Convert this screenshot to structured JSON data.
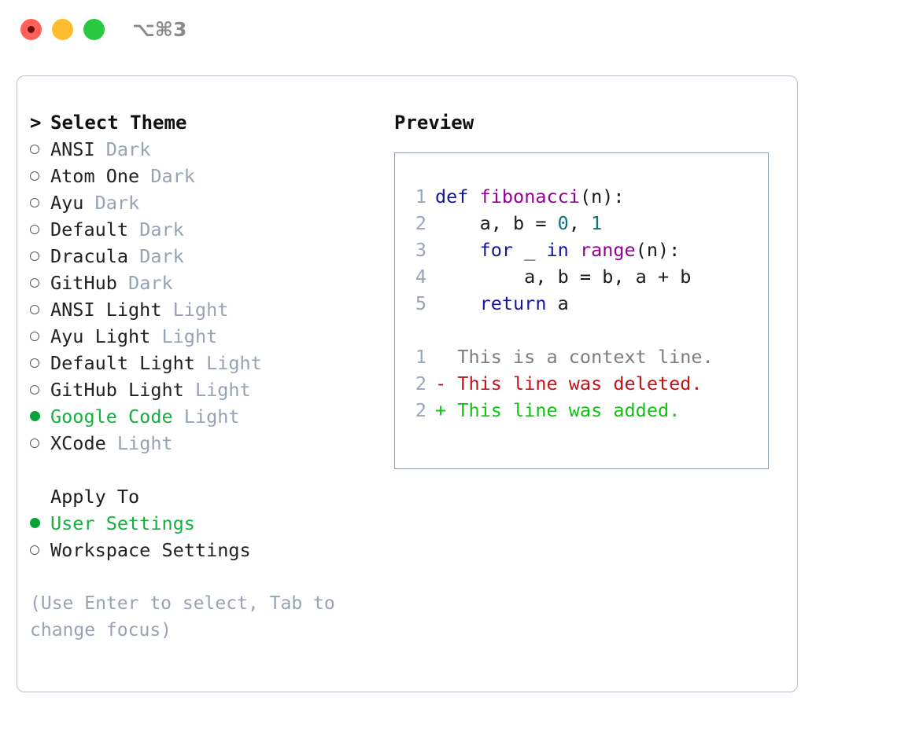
{
  "window": {
    "title": "⌥⌘3",
    "traffic_lights": [
      "close-red",
      "minimize-yellow",
      "maximize-green"
    ]
  },
  "theme_picker": {
    "header_prefix": ">",
    "header_label": "Select Theme",
    "items": [
      {
        "bullet": "hollow",
        "name": "ANSI",
        "variant": "Dark",
        "selected": false
      },
      {
        "bullet": "hollow",
        "name": "Atom One",
        "variant": "Dark",
        "selected": false
      },
      {
        "bullet": "hollow",
        "name": "Ayu",
        "variant": "Dark",
        "selected": false
      },
      {
        "bullet": "hollow",
        "name": "Default",
        "variant": "Dark",
        "selected": false
      },
      {
        "bullet": "hollow",
        "name": "Dracula",
        "variant": "Dark",
        "selected": false
      },
      {
        "bullet": "hollow",
        "name": "GitHub",
        "variant": "Dark",
        "selected": false
      },
      {
        "bullet": "hollow",
        "name": "ANSI Light",
        "variant": "Light",
        "selected": false
      },
      {
        "bullet": "hollow",
        "name": "Ayu Light",
        "variant": "Light",
        "selected": false
      },
      {
        "bullet": "hollow",
        "name": "Default Light",
        "variant": "Light",
        "selected": false
      },
      {
        "bullet": "hollow",
        "name": "GitHub Light",
        "variant": "Light",
        "selected": false
      },
      {
        "bullet": "filled",
        "name": "Google Code",
        "variant": "Light",
        "selected": true
      },
      {
        "bullet": "hollow",
        "name": "XCode",
        "variant": "Light",
        "selected": false
      }
    ]
  },
  "apply_to": {
    "title": "Apply To",
    "options": [
      {
        "bullet": "filled",
        "label": "User Settings",
        "selected": true
      },
      {
        "bullet": "hollow",
        "label": "Workspace Settings",
        "selected": false
      }
    ]
  },
  "hint": "(Use Enter to select, Tab to change focus)",
  "preview": {
    "title": "Preview",
    "code_lines": [
      {
        "no": "1",
        "tokens": [
          {
            "t": "def",
            "c": "kw"
          },
          {
            "t": " ",
            "c": "op"
          },
          {
            "t": "fibonacci",
            "c": "fn"
          },
          {
            "t": "(n):",
            "c": "op"
          }
        ]
      },
      {
        "no": "2",
        "tokens": [
          {
            "t": "    a, b = ",
            "c": "op"
          },
          {
            "t": "0",
            "c": "num"
          },
          {
            "t": ", ",
            "c": "op"
          },
          {
            "t": "1",
            "c": "num"
          }
        ]
      },
      {
        "no": "3",
        "tokens": [
          {
            "t": "    ",
            "c": "op"
          },
          {
            "t": "for",
            "c": "kw"
          },
          {
            "t": " _ ",
            "c": "op"
          },
          {
            "t": "in",
            "c": "kw"
          },
          {
            "t": " ",
            "c": "op"
          },
          {
            "t": "range",
            "c": "fn"
          },
          {
            "t": "(n):",
            "c": "op"
          }
        ]
      },
      {
        "no": "4",
        "tokens": [
          {
            "t": "        a, b = b, a + b",
            "c": "op"
          }
        ]
      },
      {
        "no": "5",
        "tokens": [
          {
            "t": "    ",
            "c": "op"
          },
          {
            "t": "return",
            "c": "kw"
          },
          {
            "t": " a",
            "c": "op"
          }
        ]
      }
    ],
    "diff_lines": [
      {
        "no": "1",
        "marker": " ",
        "text": " This is a context line.",
        "kind": "ctx"
      },
      {
        "no": "2",
        "marker": "-",
        "text": " This line was deleted.",
        "kind": "del"
      },
      {
        "no": "2",
        "marker": "+",
        "text": " This line was added.",
        "kind": "add"
      }
    ]
  },
  "colors": {
    "keyword": "#16169e",
    "function": "#950095",
    "number": "#0d7380",
    "selection_green": "#0aa33a",
    "dim_gray": "#97a3b4",
    "diff_deleted": "#c0141b",
    "diff_added": "#0ec40e",
    "panel_border": "#b8c0cc",
    "preview_border": "#8e9cae"
  }
}
